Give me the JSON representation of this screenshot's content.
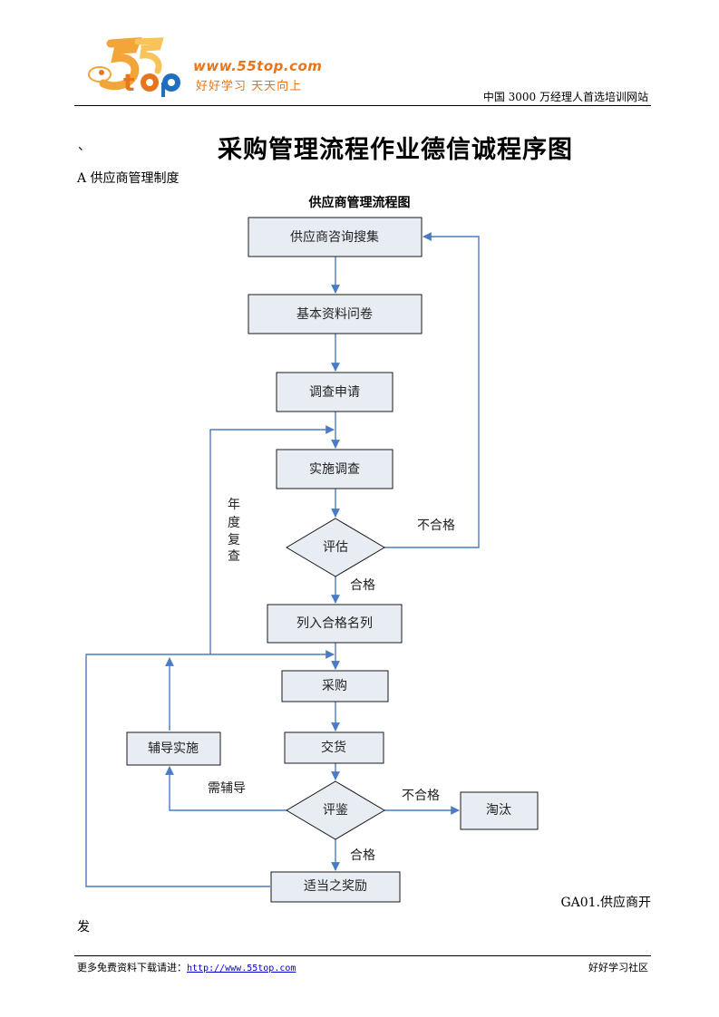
{
  "header": {
    "logo_url": "www.55top.com",
    "logo_slogan": "好好学习  天天向上",
    "site_tagline": "中国 3000 万经理人首选培训网站"
  },
  "page": {
    "leading_mark": "、",
    "title": "采购管理流程作业德信诚程序图",
    "section_heading": "A  供应商管理制度"
  },
  "flowchart": {
    "title": "供应商管理流程图",
    "nodes": {
      "inquiry": "供应商咨询搜集",
      "questionnaire": "基本资料问卷",
      "apply": "调查申请",
      "investigate": "实施调查",
      "evaluate": "评估",
      "qualified_list": "列入合格名列",
      "purchase": "采购",
      "delivery": "交货",
      "assess": "评鉴",
      "eliminate": "淘汰",
      "coaching": "辅导实施",
      "reward": "适当之奖励"
    },
    "edge_labels": {
      "annual_review": [
        "年",
        "度",
        "复",
        "查"
      ],
      "eval_fail": "不合格",
      "eval_pass": "合格",
      "needs_coaching": "需辅导",
      "assess_fail": "不合格",
      "assess_pass": "合格"
    },
    "colors": {
      "box_fill": "#e8ecf3",
      "box_stroke": "#1a1a1a",
      "arrow": "#4a7bc4"
    }
  },
  "caption": {
    "line1": "GA01.供应商开",
    "line2": "发"
  },
  "footer": {
    "left_text": "更多免费资料下载请进：",
    "link": "http://www.55top.com",
    "right_text": "好好学习社区"
  }
}
